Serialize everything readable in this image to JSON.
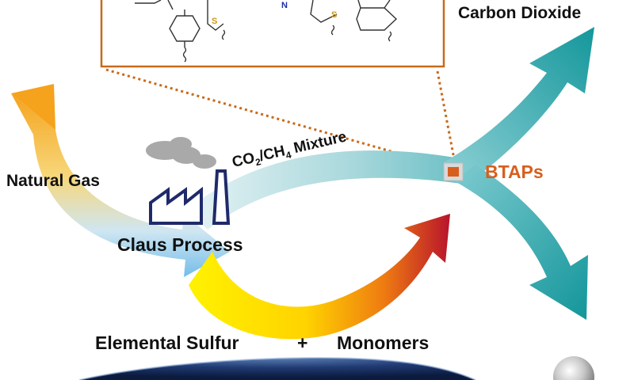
{
  "labels": {
    "carbon_dioxide": "Carbon Dioxide",
    "natural_gas": "Natural Gas",
    "mixture_prefix": "CO",
    "mixture_sub1": "2",
    "mixture_mid": "/CH",
    "mixture_sub2": "4",
    "mixture_suffix": " Mixture",
    "btaps": "BTAPs",
    "claus_process": "Claus Process",
    "elemental_sulfur": "Elemental Sulfur",
    "plus": "+",
    "monomers": "Monomers"
  },
  "structure_atoms": {
    "sulfur_left": "S",
    "nitrogen": "N",
    "sulfur_right": "S"
  },
  "colors": {
    "teal": "#1a9a9e",
    "teal_light": "#cde9ec",
    "orange_box": "#c86a1a",
    "btaps": "#d75f1e",
    "factory": "#1f2a6b",
    "smoke": "#a9a9a9",
    "natural_gas_top": "#f5a21c",
    "natural_gas_bottom": "#8cc9ee",
    "sulfur_yellow": "#ffe600",
    "monomer_red": "#b8142b",
    "sulfur_atom": "#c99a1b",
    "nitrogen_atom": "#1b2fa8"
  }
}
